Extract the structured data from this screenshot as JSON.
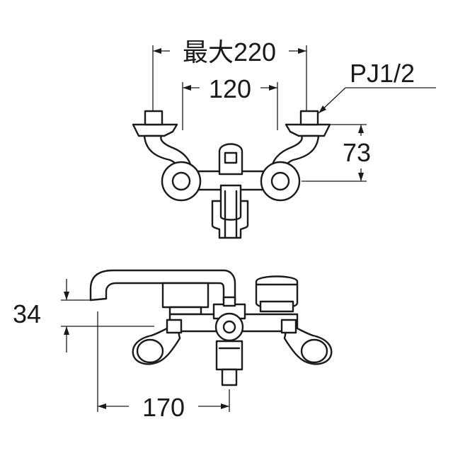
{
  "dimensions": {
    "max_width": "最大220",
    "inner_width": "120",
    "thread": "PJ1/2",
    "height_top": "73",
    "height_side": "34",
    "reach": "170"
  },
  "colors": {
    "line": "#1a1a1a",
    "background": "#ffffff"
  }
}
